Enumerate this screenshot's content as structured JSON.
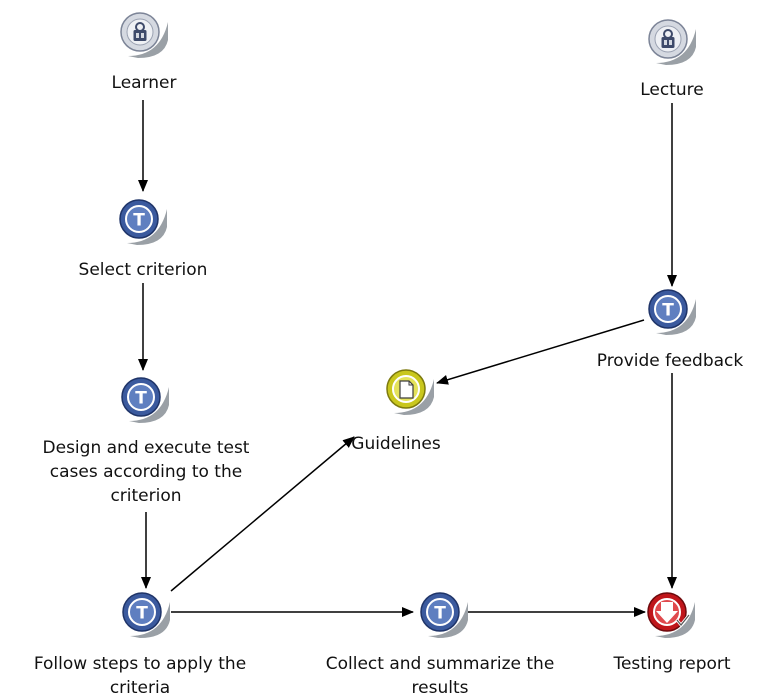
{
  "colors": {
    "role": "#c9ced8",
    "role_glyph": "#3e4a6a",
    "task": "#3b5a9e",
    "guidance": "#c9c71d",
    "work_product": "#c0161b",
    "shadow": "#9aa0a6",
    "edge": "#000000"
  },
  "nodes": {
    "learner": {
      "label": "Learner",
      "kind": "role",
      "icon": "role-icon"
    },
    "lecture": {
      "label": "Lecture",
      "kind": "role",
      "icon": "role-icon"
    },
    "select": {
      "label": "Select criterion",
      "kind": "task",
      "icon": "task-icon",
      "glyph": "T"
    },
    "design": {
      "label_lines": [
        "Design and execute test",
        "cases according to the",
        "criterion"
      ],
      "kind": "task",
      "icon": "task-icon",
      "glyph": "T"
    },
    "follow": {
      "label_lines": [
        "Follow steps to apply the",
        "criteria"
      ],
      "kind": "task",
      "icon": "task-icon",
      "glyph": "T"
    },
    "collect": {
      "label_lines": [
        "Collect and summarize the",
        "results"
      ],
      "kind": "task",
      "icon": "task-icon",
      "glyph": "T"
    },
    "feedback": {
      "label": "Provide feedback",
      "kind": "task",
      "icon": "task-icon",
      "glyph": "T"
    },
    "guidelines": {
      "label": "Guidelines",
      "kind": "guidance",
      "icon": "guidance-icon"
    },
    "report": {
      "label": "Testing report",
      "kind": "work-product",
      "icon": "work-product-icon"
    }
  },
  "edges": [
    {
      "from": "learner",
      "to": "select"
    },
    {
      "from": "select",
      "to": "design"
    },
    {
      "from": "design",
      "to": "follow"
    },
    {
      "from": "follow",
      "to": "guidelines"
    },
    {
      "from": "follow",
      "to": "collect"
    },
    {
      "from": "collect",
      "to": "report"
    },
    {
      "from": "lecture",
      "to": "feedback"
    },
    {
      "from": "feedback",
      "to": "guidelines"
    },
    {
      "from": "feedback",
      "to": "report"
    }
  ]
}
